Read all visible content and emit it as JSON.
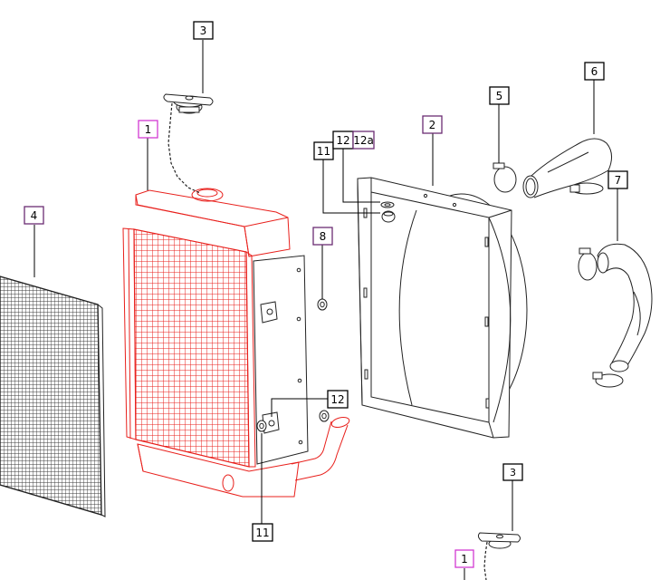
{
  "callouts": [
    {
      "id": "c3a",
      "text": "3",
      "style": "black"
    },
    {
      "id": "c1a",
      "text": "1",
      "style": "magenta"
    },
    {
      "id": "c4",
      "text": "4",
      "style": "purple"
    },
    {
      "id": "c8",
      "text": "8",
      "style": "purple"
    },
    {
      "id": "c11a",
      "text": "11",
      "style": "black"
    },
    {
      "id": "c12",
      "text": "12",
      "style": "black"
    },
    {
      "id": "c12a",
      "text": "12a",
      "style": "purple"
    },
    {
      "id": "c2",
      "text": "2",
      "style": "purple"
    },
    {
      "id": "c5",
      "text": "5",
      "style": "black"
    },
    {
      "id": "c6",
      "text": "6",
      "style": "black"
    },
    {
      "id": "c7",
      "text": "7",
      "style": "black"
    },
    {
      "id": "c12b",
      "text": "12",
      "style": "black"
    },
    {
      "id": "c11b",
      "text": "11",
      "style": "black"
    },
    {
      "id": "c3b",
      "text": "3",
      "style": "black"
    },
    {
      "id": "c1b",
      "text": "1",
      "style": "magenta"
    }
  ],
  "colors": {
    "radiator": "#e8201c",
    "outline": "#222222",
    "label_black": "#000000",
    "label_purple": "#6b2c73",
    "label_magenta": "#d23ad2"
  },
  "parts": [
    {
      "name": "radiator",
      "icon": "radiator-icon"
    },
    {
      "name": "fan-shroud",
      "icon": "shroud-icon"
    },
    {
      "name": "radiator-cap",
      "icon": "cap-icon"
    },
    {
      "name": "screen",
      "icon": "mesh-screen-icon"
    },
    {
      "name": "hose-clamp",
      "icon": "clamp-icon"
    },
    {
      "name": "upper-hose",
      "icon": "hose-icon"
    },
    {
      "name": "lower-hose",
      "icon": "hose-icon"
    },
    {
      "name": "nut",
      "icon": "nut-icon"
    },
    {
      "name": "bolt",
      "icon": "bolt-icon"
    },
    {
      "name": "washer",
      "icon": "washer-icon"
    }
  ]
}
